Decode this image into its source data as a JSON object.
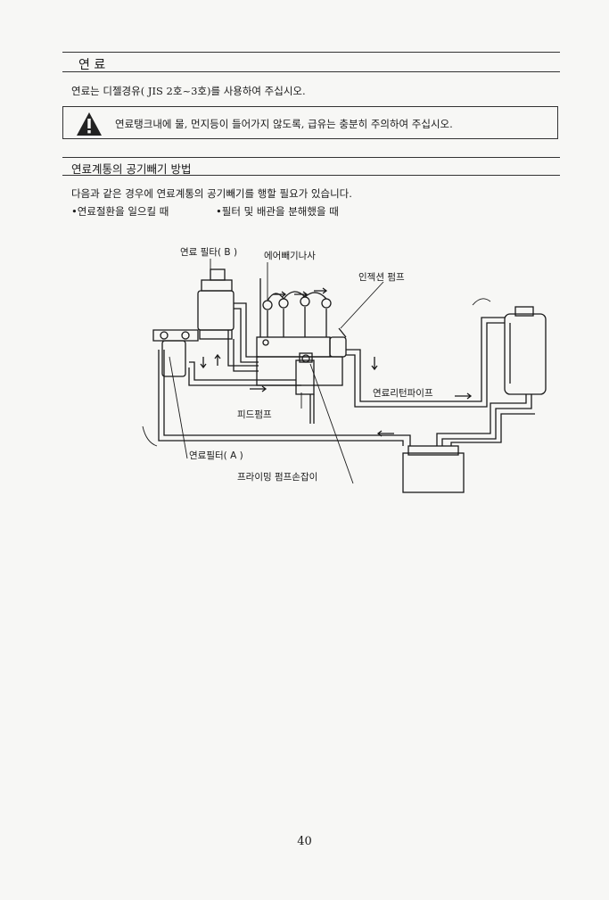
{
  "section_fuel": {
    "heading": "연   료",
    "body": "연료는 디젤경유( JIS  2호~3호)를 사용하여 주십시오."
  },
  "warning": {
    "icon": "warning-exclamation-icon",
    "text": "연료탱크내에 물, 먼지등이 들어가지 않도록, 급유는 충분히 주의하여 주십시오."
  },
  "section_bleeding": {
    "heading": "연료계통의 공기빼기 방법",
    "intro": "다음과 같은 경우에 연료계통의 공기빼기를 행할 필요가 있습니다.",
    "conditions": [
      "•연료절환을 일으킬 때",
      "•필터 및 배관을 분해했을 때"
    ]
  },
  "diagram": {
    "labels": {
      "fuel_filter_b": "연료 필타( B )",
      "air_bleed_screw": "에어빼기나사",
      "injection_pump": "인젝션 펌프",
      "fuel_return_pipe": "연료리턴파이프",
      "feed_pump": "피드펌프",
      "fuel_filter_a": "연료필터( A )",
      "priming_pump_handle": "프라이밍 펌프손잡이"
    }
  },
  "page_number": "40"
}
